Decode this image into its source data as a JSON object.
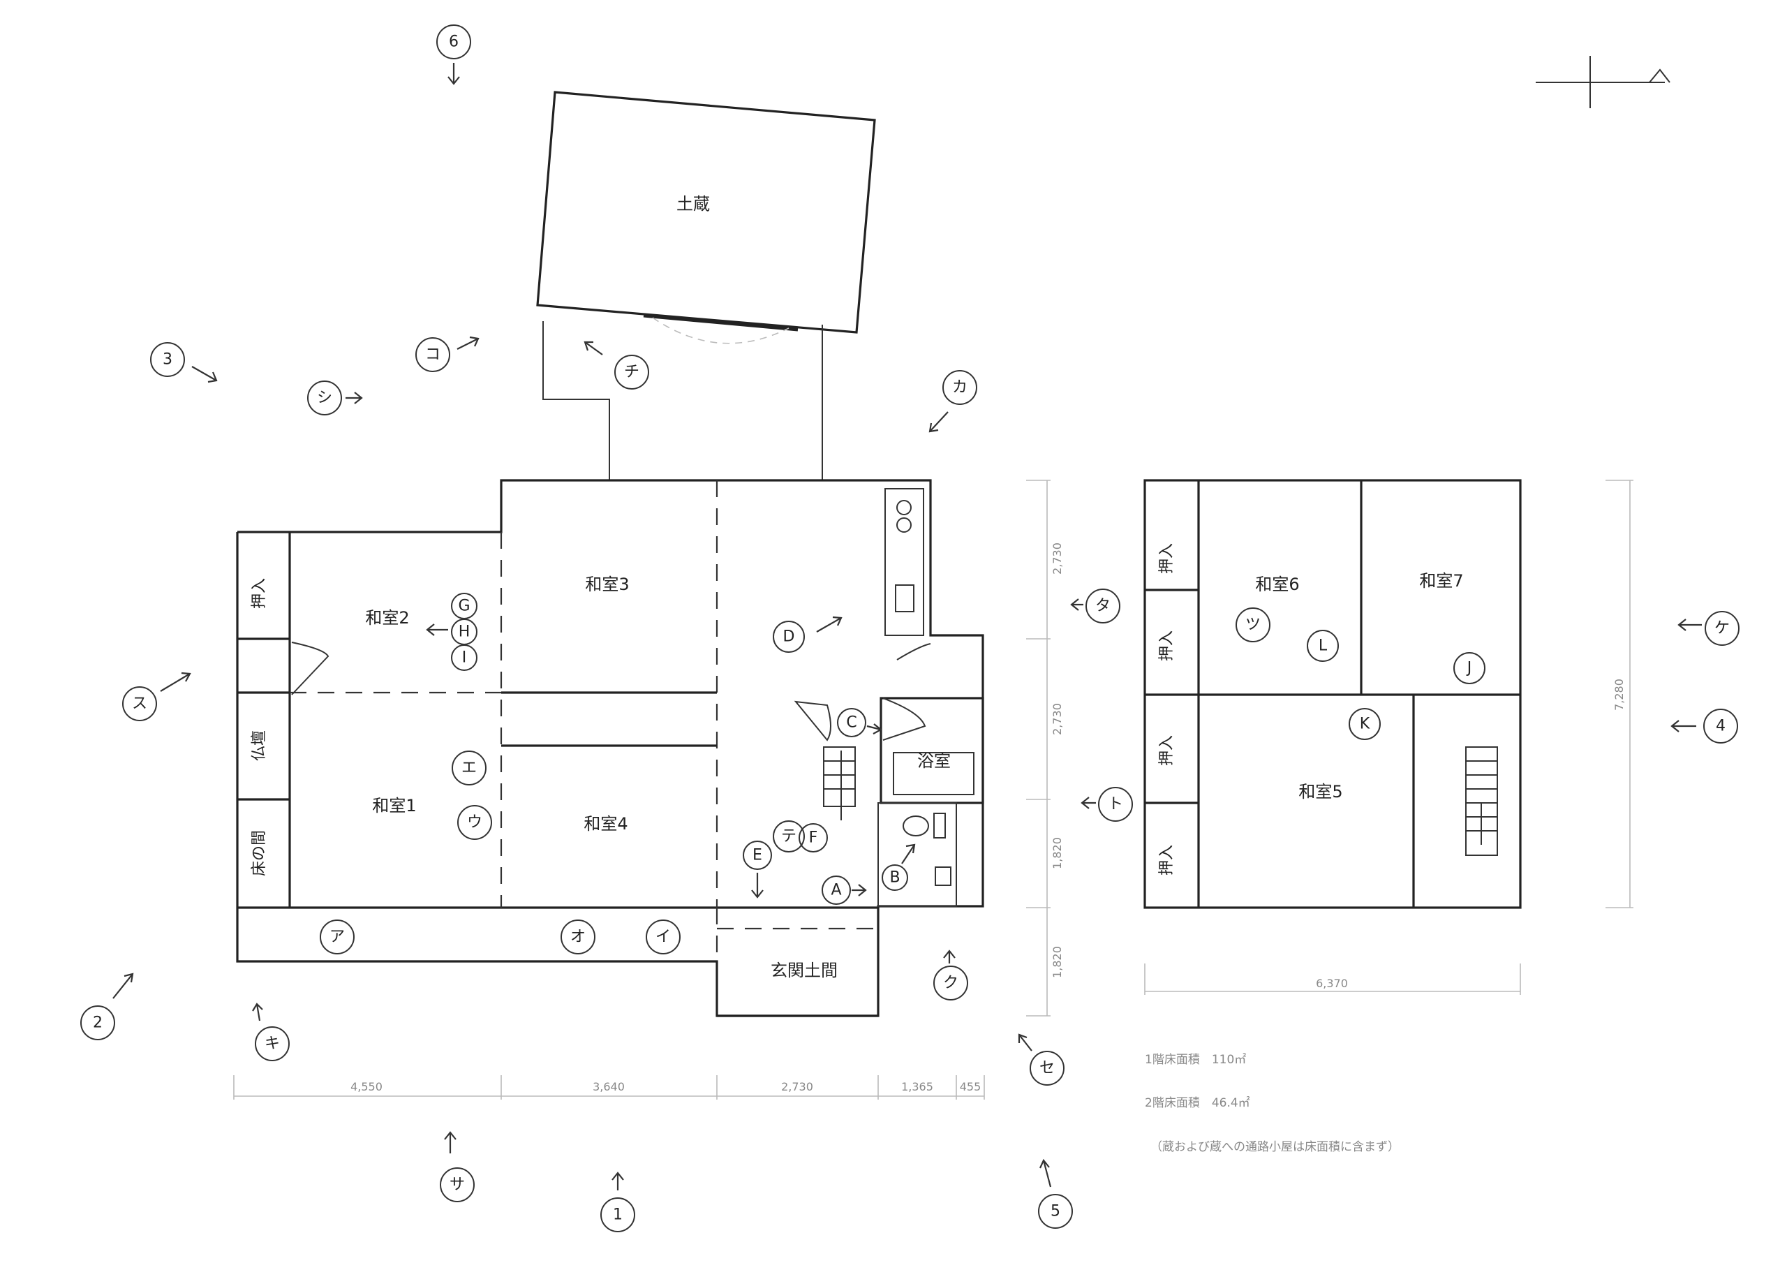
{
  "rooms": {
    "kura": "土蔵",
    "washitsu1": "和室1",
    "washitsu2": "和室2",
    "washitsu3": "和室3",
    "washitsu4": "和室4",
    "washitsu5": "和室5",
    "washitsu6": "和室6",
    "washitsu7": "和室7",
    "oshiire": "押入",
    "butsudan": "仏壇",
    "tokonoma": "床の間",
    "yokushitsu": "浴室",
    "genkan": "玄関土間"
  },
  "dimensions": {
    "bottom": [
      "4,550",
      "3,640",
      "2,730",
      "1,365",
      "455"
    ],
    "side": [
      "2,730",
      "2,730",
      "1,820",
      "1,820"
    ],
    "second_width": "6,370",
    "second_height": "7,280"
  },
  "notes": {
    "floor1": "1階床面積　110㎡",
    "floor2": "2階床面積　46.4㎡",
    "exclusion": "（蔵および蔵への通路小屋は床面積に含まず）"
  },
  "markers": {
    "n1": "1",
    "n2": "2",
    "n3": "3",
    "n4": "4",
    "n5": "5",
    "n6": "6",
    "a": "ア",
    "i": "イ",
    "u": "ウ",
    "e": "エ",
    "o": "オ",
    "ka": "カ",
    "ki": "キ",
    "ku": "ク",
    "ke": "ケ",
    "ko": "コ",
    "sa": "サ",
    "shi": "シ",
    "su": "ス",
    "se": "セ",
    "ta": "タ",
    "chi": "チ",
    "tsu": "ツ",
    "te": "テ",
    "to": "ト",
    "A": "A",
    "B": "B",
    "C": "C",
    "D": "D",
    "E": "E",
    "F": "F",
    "G": "G",
    "H": "H",
    "I": "I",
    "J": "J",
    "K": "K",
    "L": "L"
  }
}
